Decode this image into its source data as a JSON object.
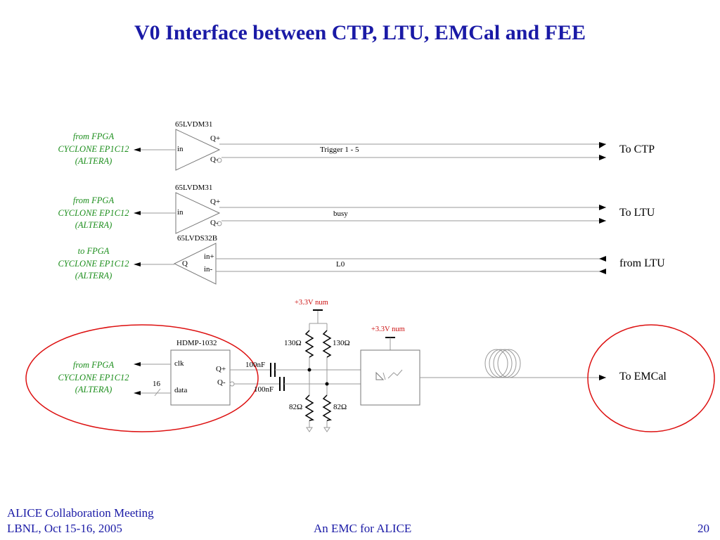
{
  "title": "V0 Interface between CTP, LTU, EMCal and FEE",
  "sources": {
    "trigger": {
      "line1": "from FPGA",
      "line2": "CYCLONE EP1C12",
      "line3": "(ALTERA)"
    },
    "busy": {
      "line1": "from FPGA",
      "line2": "CYCLONE EP1C12",
      "line3": "(ALTERA)"
    },
    "l0": {
      "line1": "to FPGA",
      "line2": "CYCLONE EP1C12",
      "line3": "(ALTERA)"
    },
    "emcal": {
      "line1": "from FPGA",
      "line2": "CYCLONE EP1C12",
      "line3": "(ALTERA)"
    }
  },
  "drivers": {
    "trigger": {
      "part": "65LVDM31",
      "in": "in",
      "qplus": "Q+",
      "qminus": "Q-",
      "signal": "Trigger 1 - 5",
      "dest": "To CTP"
    },
    "busy": {
      "part": "65LVDM31",
      "in": "in",
      "qplus": "Q+",
      "qminus": "Q-",
      "signal": "busy",
      "dest": "To LTU"
    }
  },
  "receiver": {
    "part": "65LVDS32B",
    "out": "Q",
    "inplus": "in+",
    "inminus": "in-",
    "signal": "L0",
    "src": "from LTU"
  },
  "serializer": {
    "part": "HDMP-1032",
    "clk": "clk",
    "data": "data",
    "qplus": "Q+",
    "qminus": "Q-",
    "bus_width": "16",
    "cap_top": "100nF",
    "cap_bottom": "100nF",
    "res_top_left": "130Ω",
    "res_top_right": "130Ω",
    "res_bot_left": "82Ω",
    "res_bot_right": "82Ω",
    "supply": "+3.3V num",
    "supply_optical": "+3.3V num",
    "dest": "To EMCal"
  },
  "footer": {
    "line1": "ALICE Collaboration Meeting",
    "line2": "LBNL, Oct 15-16, 2005",
    "center": "An EMC for ALICE",
    "page": "20"
  },
  "colors": {
    "title": "#1a1aa6",
    "fpga_text": "#1e8f1e",
    "highlight": "#dd1111",
    "supply": "#cc1111",
    "wire": "#9a9a9a"
  }
}
